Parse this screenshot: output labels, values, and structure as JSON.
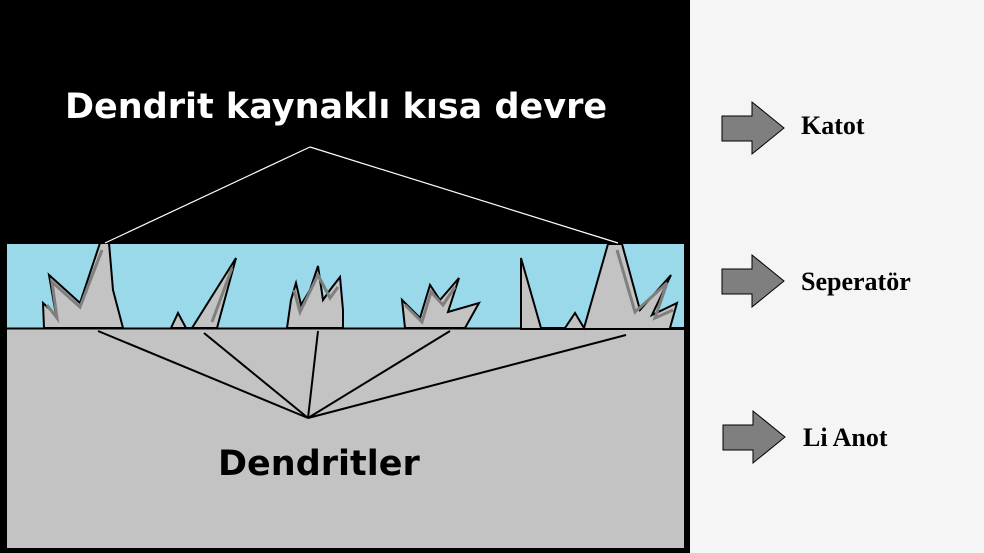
{
  "diagram": {
    "short_circuit_label": "Dendrit kaynaklı kısa devre",
    "dendrites_label": "Dendritler",
    "legend": [
      {
        "label": "Katot",
        "icon": "arrow-right-icon"
      },
      {
        "label": "Seperatör",
        "icon": "arrow-right-icon"
      },
      {
        "label": "Li Anot",
        "icon": "arrow-right-icon"
      }
    ],
    "colors": {
      "cathode": "#000000",
      "separator": "#99d9ea",
      "anode": "#c3c3c3",
      "dendrite_edge": "#7f7f7f",
      "arrow": "#7f7f7f",
      "background": "#f5f5f5"
    }
  }
}
